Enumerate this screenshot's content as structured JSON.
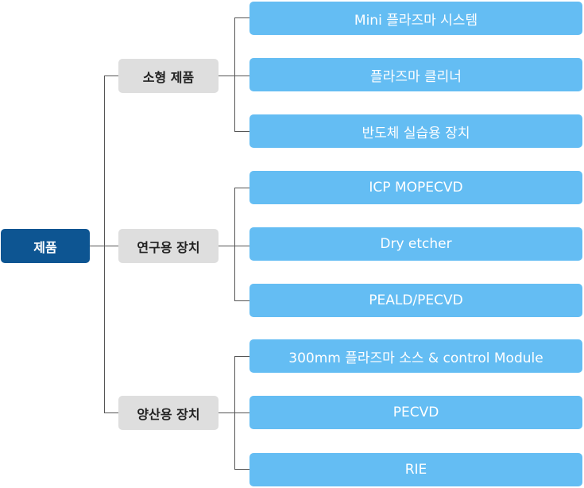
{
  "root": {
    "label": "제품"
  },
  "categories": [
    {
      "label": "소형 제품",
      "items": [
        "Mini 플라즈마 시스템",
        "플라즈마 클리너",
        "반도체 실습용 장치"
      ]
    },
    {
      "label": "연구용 장치",
      "items": [
        "ICP MOPECVD",
        "Dry etcher",
        "PEALD/PECVD"
      ]
    },
    {
      "label": "양산용 장치",
      "items": [
        "300mm 플라즈마 소스 & control Module",
        "PECVD",
        "RIE"
      ]
    }
  ],
  "colors": {
    "root": "#0d5592",
    "category": "#dedede",
    "leaf": "#64bdf3",
    "connector": "#555555"
  }
}
